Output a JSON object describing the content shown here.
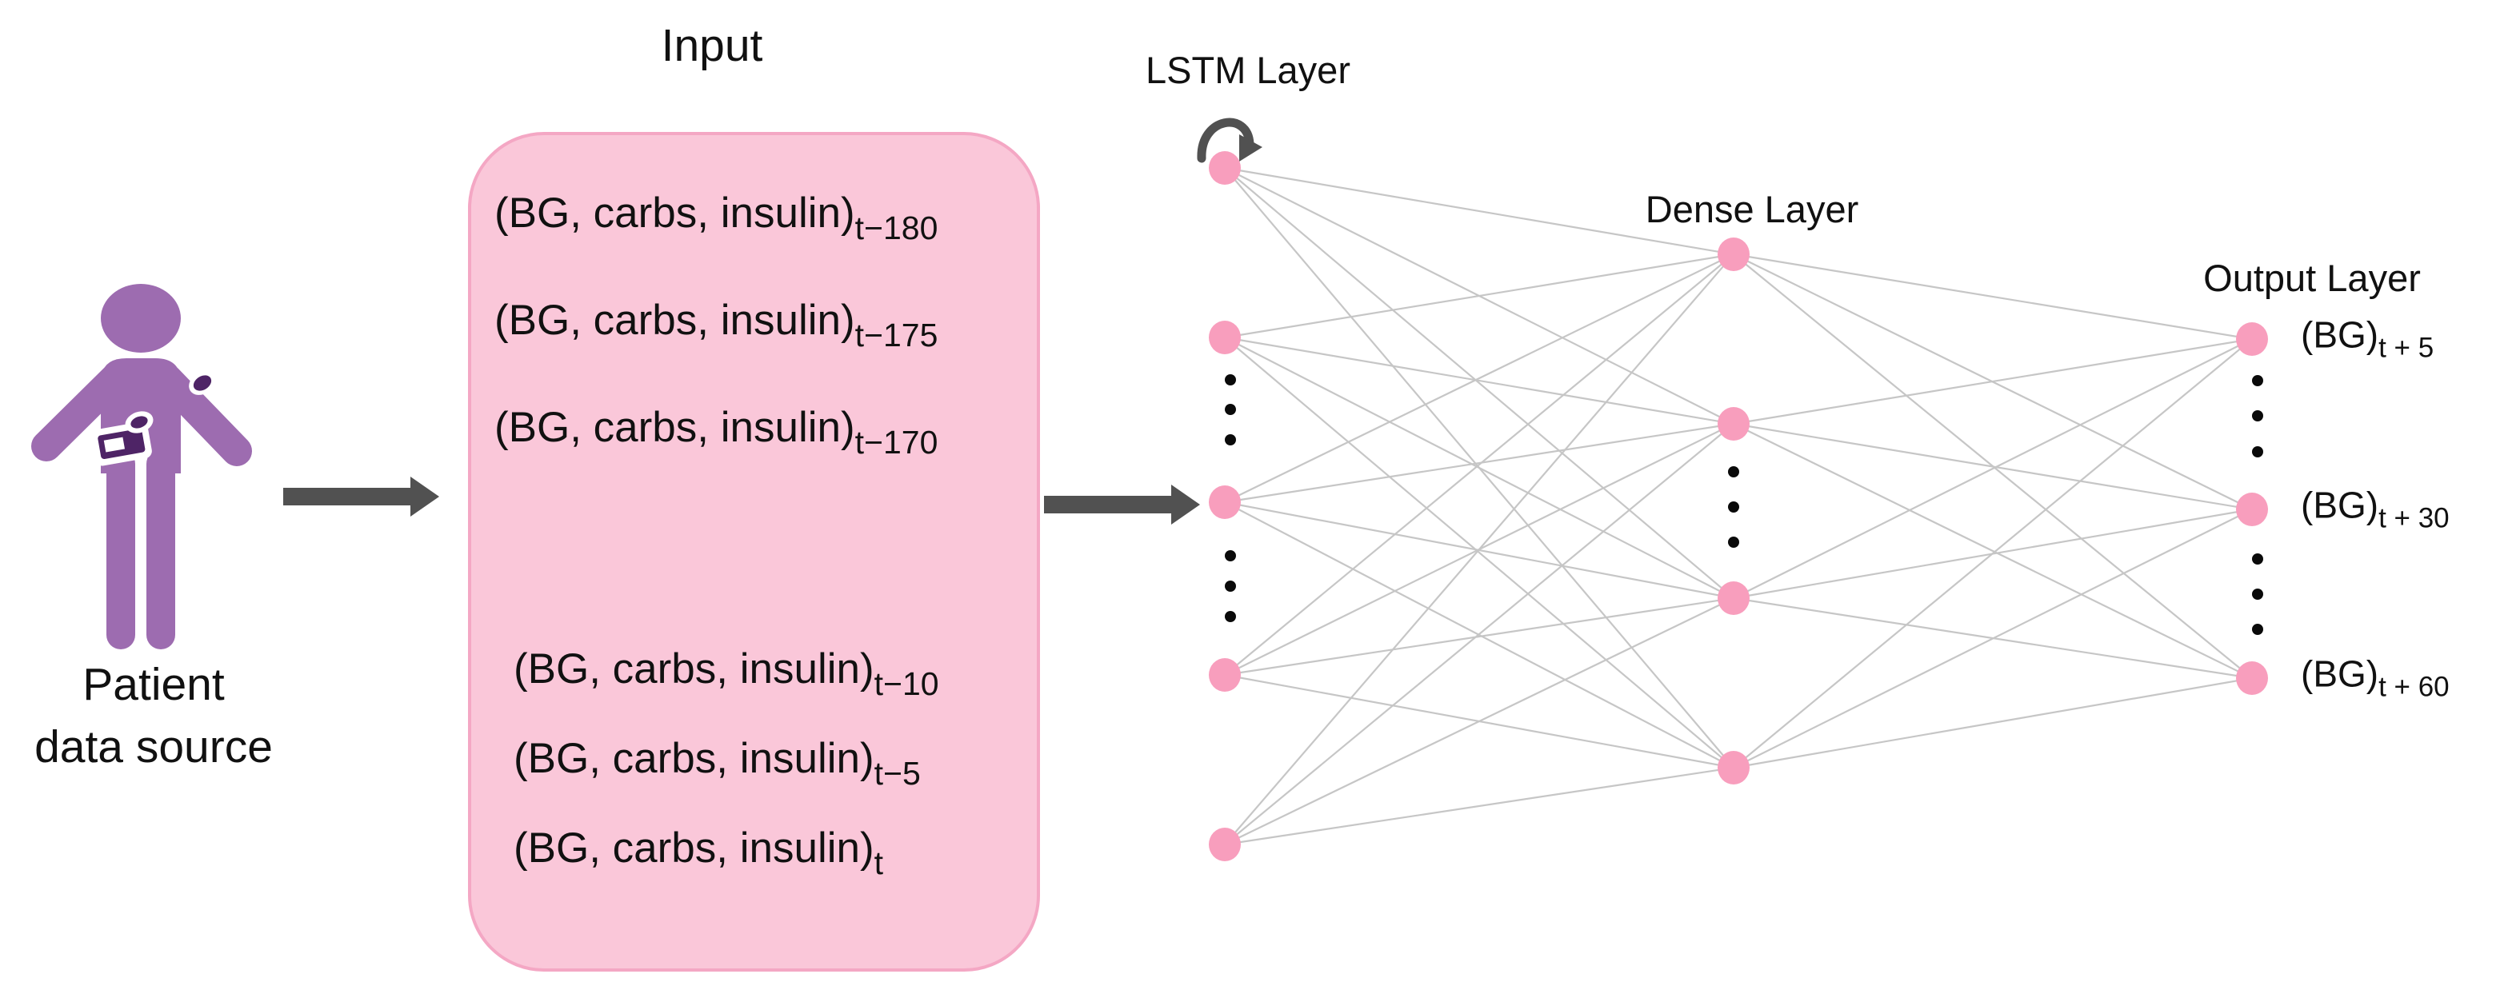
{
  "figure": {
    "patient_label_line1": "Patient",
    "patient_label_line2": "data source"
  },
  "input_box": {
    "title": "Input",
    "rows": [
      {
        "main": "(BG, carbs, insulin)",
        "sub": "t−180"
      },
      {
        "main": "(BG, carbs, insulin)",
        "sub": "t−175"
      },
      {
        "main": "(BG, carbs, insulin)",
        "sub": "t−170"
      },
      {
        "main": "(BG, carbs, insulin)",
        "sub": "t−10"
      },
      {
        "main": "(BG, carbs, insulin)",
        "sub": "t−5"
      },
      {
        "main": "(BG, carbs, insulin)",
        "sub": "t"
      }
    ]
  },
  "network": {
    "lstm_label": "LSTM Layer",
    "dense_label": "Dense Layer",
    "output_label": "Output Layer",
    "output_values": [
      {
        "main": "(BG)",
        "sub": "t + 5"
      },
      {
        "main": "(BG)",
        "sub": "t + 30"
      },
      {
        "main": "(BG)",
        "sub": "t + 60"
      }
    ]
  },
  "colors": {
    "node_pink": "#F89EBD",
    "box_fill": "#FAC7D9",
    "box_border": "#F4A7C4",
    "person_purple": "#9D6CB0",
    "device_purple": "#4E2466",
    "arrow_gray": "#515151",
    "line_gray": "#C6C6C6",
    "dot_black": "#0A0A0A",
    "text": "#111111"
  }
}
